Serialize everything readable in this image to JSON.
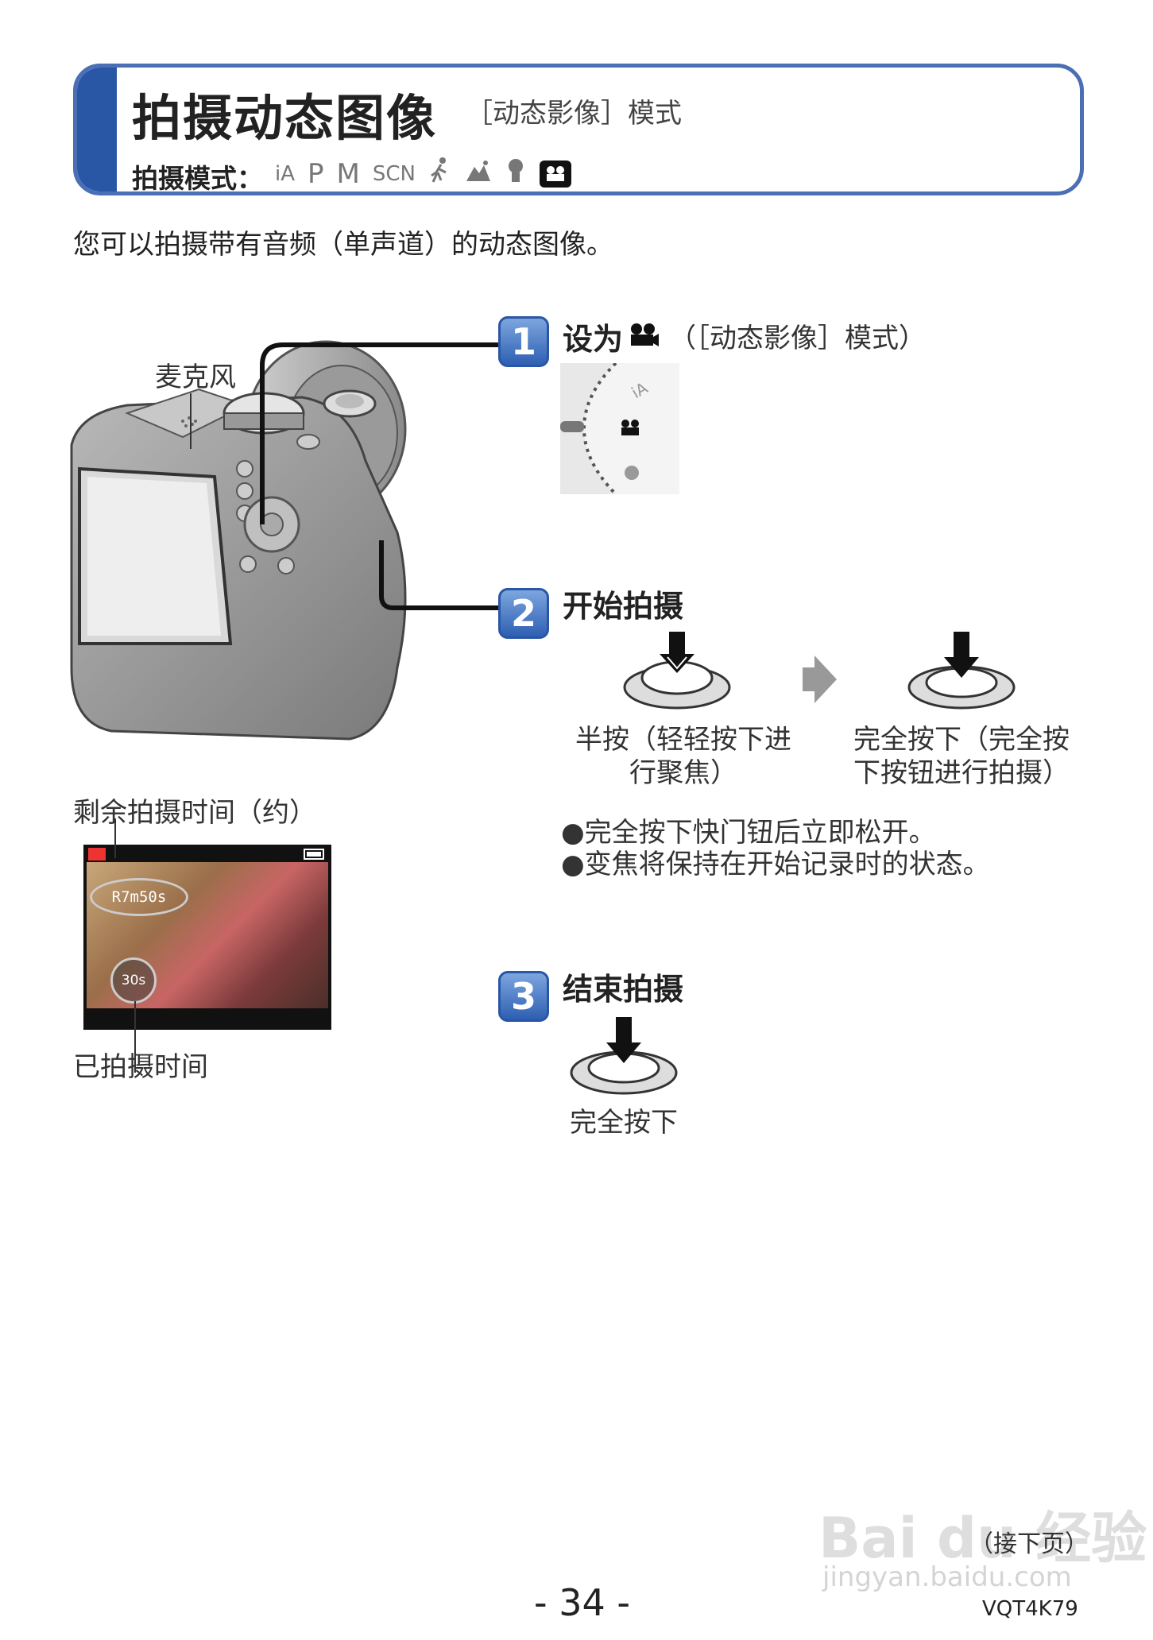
{
  "header": {
    "title": "拍摄动态图像",
    "subtitle": "［动态影像］模式",
    "modes_label": "拍摄模式：",
    "mode_icons": [
      "iA",
      "P",
      "M",
      "SCN",
      "运动",
      "风景",
      "人像",
      "动态影像"
    ]
  },
  "intro": "您可以拍摄带有音频（单声道）的动态图像。",
  "camera": {
    "microphone_label": "麦克风",
    "remaining_label": "剩余拍摄时间（约）",
    "elapsed_label": "已拍摄时间",
    "screen": {
      "remaining": "R7m50s",
      "elapsed": "30s"
    }
  },
  "step1": {
    "number": "1",
    "title": "设为",
    "note": "（［动态影像］模式）"
  },
  "step2": {
    "number": "2",
    "title": "开始拍摄",
    "half_press_line1": "半按（轻轻按下进",
    "half_press_line2": "行聚焦）",
    "full_press_line1": "完全按下（完全按",
    "full_press_line2": "下按钮进行拍摄）",
    "bullets": [
      "●完全按下快门钮后立即松开。",
      "●变焦将保持在开始记录时的状态。"
    ]
  },
  "step3": {
    "number": "3",
    "title": "结束拍摄",
    "caption": "完全按下"
  },
  "footer": {
    "continue": "（接下页）",
    "page_number": "- 34 -",
    "doc_code": "VQT4K79",
    "watermark": "Bai du 经验",
    "watermark_url": "jingyan.baidu.com"
  },
  "colors": {
    "accent": "#2a56a6",
    "header_border": "#4a6fb5"
  }
}
